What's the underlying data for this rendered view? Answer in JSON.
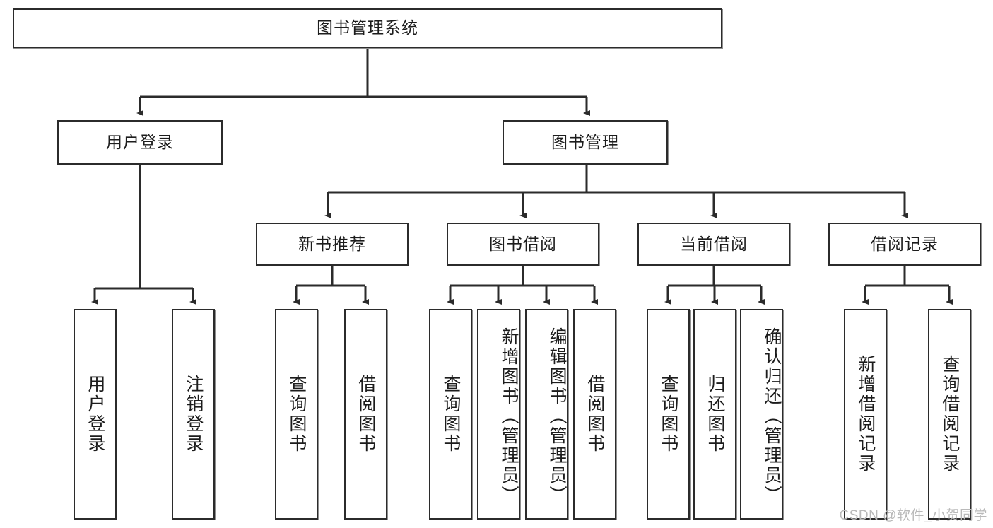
{
  "diagram": {
    "title": "图书管理系统",
    "type": "hierarchy-tree",
    "watermark": "CSDN @软件_小贺同学",
    "colors": {
      "box_border": "#2b2b2b",
      "box_fill": "#ffffff",
      "connector": "#2b2b2b",
      "watermark": "#b9b9b9",
      "background": "#ffffff"
    },
    "root": {
      "label": "图书管理系统"
    },
    "level2": [
      {
        "label": "用户登录"
      },
      {
        "label": "图书管理"
      }
    ],
    "level3": [
      {
        "label": "新书推荐"
      },
      {
        "label": "图书借阅"
      },
      {
        "label": "当前借阅"
      },
      {
        "label": "借阅记录"
      }
    ],
    "leaves": {
      "user_login": [
        {
          "label": "用户登录"
        },
        {
          "label": "注销登录"
        }
      ],
      "new_book_recommend": [
        {
          "label": "查询图书"
        },
        {
          "label": "借阅图书"
        }
      ],
      "book_borrow": [
        {
          "label": "查询图书"
        },
        {
          "label": "新增图书（管理员）"
        },
        {
          "label": "编辑图书（管理员）"
        },
        {
          "label": "借阅图书"
        }
      ],
      "current_borrow": [
        {
          "label": "查询图书"
        },
        {
          "label": "归还图书"
        },
        {
          "label": "确认归还（管理员）"
        }
      ],
      "borrow_record": [
        {
          "label": "新增借阅记录"
        },
        {
          "label": "查询借阅记录"
        }
      ]
    }
  }
}
